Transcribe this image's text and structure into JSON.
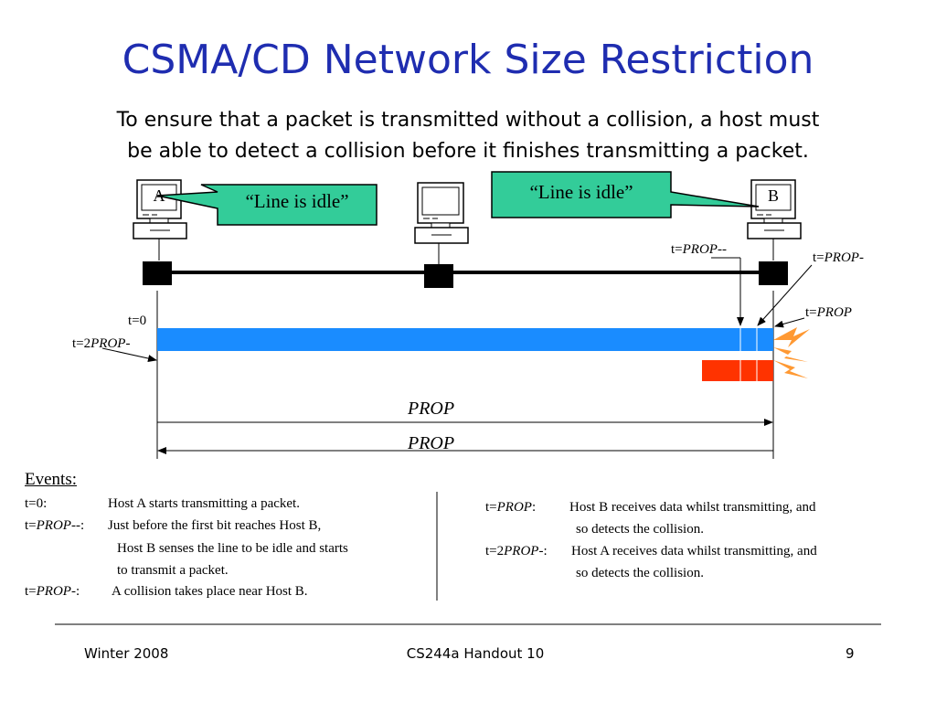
{
  "slide": {
    "title": "CSMA/CD Network Size Restriction",
    "intro_line1": "To ensure that a packet is transmitted without a collision, a host must",
    "intro_line2": "be able to detect a collision before it finishes transmitting a packet."
  },
  "diagram": {
    "host_a_label": "A",
    "host_b_label": "B",
    "callout_left": "“Line is idle”",
    "callout_right": "“Line is idle”",
    "label_t0": "t=0",
    "label_t2prop_prefix": "t=2",
    "label_t2prop_italic": "PROP",
    "label_t2prop_suffix": "-",
    "label_tpropmm_prefix": "t=",
    "label_tpropmm_italic": "PROP",
    "label_tpropmm_suffix": "--",
    "label_tpropm_prefix": "t=",
    "label_tpropm_italic": "PROP",
    "label_tpropm_suffix": "-",
    "label_tprop_prefix": "t=",
    "label_tprop_italic": "PROP",
    "prop_label_forward": "PROP",
    "prop_label_back": "PROP",
    "colors": {
      "signal_blue": "#1a8cff",
      "signal_red": "#ff3300",
      "callout_green": "#33cc99",
      "collision_orange": "#ff9933"
    }
  },
  "events": {
    "heading": "Events:",
    "e1_time": "t=0:",
    "e1_text": "Host A starts transmitting a packet.",
    "e2_time_prefix": "t=",
    "e2_time_italic": "PROP",
    "e2_time_suffix": "--:",
    "e2_text1": "Just before the first bit reaches Host B,",
    "e2_text2": "Host B senses the line to be idle and starts",
    "e2_text3": "to transmit a packet.",
    "e3_time_prefix": "t=",
    "e3_time_italic": "PROP",
    "e3_time_suffix": "-:",
    "e3_text": "A collision takes place near Host B.",
    "e4_time_prefix": "t=",
    "e4_time_italic": "PROP",
    "e4_time_suffix": ":",
    "e4_text1": "Host B receives data whilst transmitting, and",
    "e4_text2": "so detects the collision.",
    "e5_time_prefix": "t=2",
    "e5_time_italic": "PROP",
    "e5_time_suffix": "-:",
    "e5_text1": "Host A receives data whilst transmitting, and",
    "e5_text2": "so detects the collision."
  },
  "footer": {
    "left": "Winter 2008",
    "center": "CS244a Handout 10",
    "page": "9"
  }
}
